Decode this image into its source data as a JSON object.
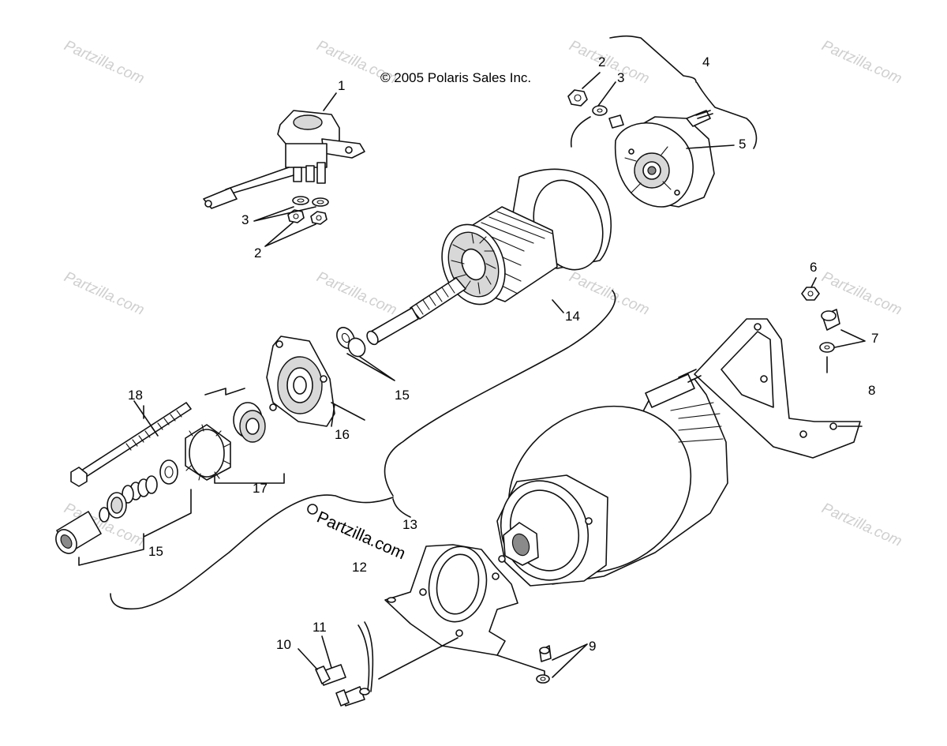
{
  "copyright": "© 2005 Polaris Sales Inc.",
  "center_watermark": "Partzilla.com",
  "watermark_text": "Partzilla.com",
  "callouts": {
    "c1": "1",
    "c2a": "2",
    "c2b": "2",
    "c3a": "3",
    "c3b": "3",
    "c4": "4",
    "c5": "5",
    "c6": "6",
    "c7": "7",
    "c8": "8",
    "c9": "9",
    "c10": "10",
    "c11": "11",
    "c12": "12",
    "c13": "13",
    "c14": "14",
    "c15a": "15",
    "c15b": "15",
    "c16": "16",
    "c17": "17",
    "c18": "18"
  },
  "icons": [
    "copyright-circle-icon"
  ]
}
